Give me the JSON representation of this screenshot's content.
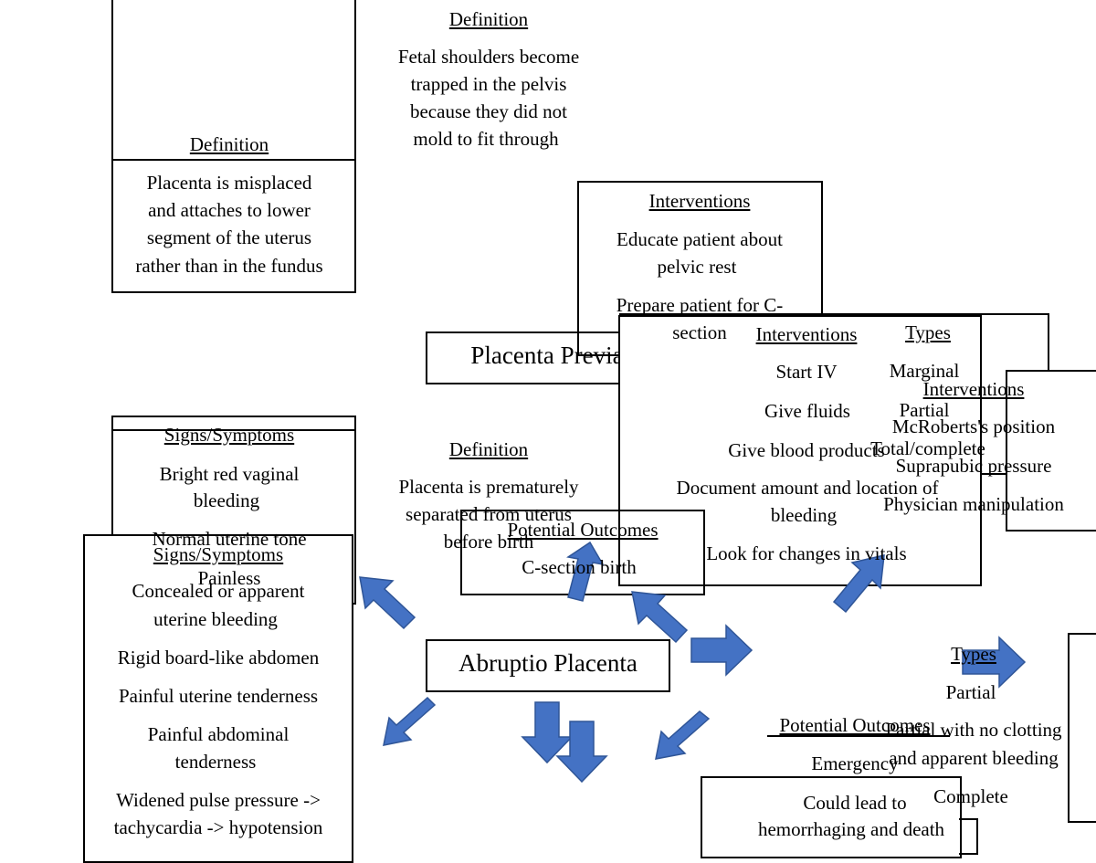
{
  "labels": {
    "definition": "Definition",
    "interventions": "Interventions",
    "types": "Types",
    "signs_symptoms": "Signs/Symptoms",
    "potential_outcomes": "Potential Outcomes"
  },
  "shoulder_dystocia": {
    "definition_lines": [
      "Fetal shoulders become",
      "trapped in the pelvis",
      "because they did not",
      "mold to fit through"
    ],
    "interventions": [
      "McRoberts's position",
      "Suprapubic pressure",
      "Physician manipulation"
    ],
    "outcome": "Emergency"
  },
  "placenta_previa": {
    "title": "Placenta Previa",
    "definition_lines": [
      "Placenta is misplaced",
      "and attaches to lower",
      "segment of the uterus",
      "rather than in the fundus"
    ],
    "interventions": [
      "Educate patient about",
      "pelvic rest",
      "Prepare patient for C-",
      "section"
    ],
    "types": [
      "Marginal",
      "Partial",
      "Total/complete"
    ],
    "signs": [
      "Bright red vaginal",
      "bleeding",
      "Normal uterine tone",
      "Painless"
    ],
    "outcome": "C-section birth"
  },
  "abruptio_placenta": {
    "title": "Abruptio Placenta",
    "definition_lines": [
      "Placenta is prematurely",
      "separated from uterus",
      "before birth"
    ],
    "interventions": [
      "Start IV",
      "Give fluids",
      "Give blood products",
      "Document amount and location of",
      "bleeding",
      "Look for changes in vitals"
    ],
    "types": [
      "Partial",
      "Partial with no clotting",
      "and apparent bleeding",
      "Complete"
    ],
    "signs": [
      "Concealed or apparent",
      "uterine bleeding",
      "Rigid board-like abdomen",
      "Painful uterine tenderness",
      "Painful abdominal",
      "tenderness",
      "Widened pulse pressure ->",
      "tachycardia -> hypotension"
    ],
    "outcome": [
      "Could lead to",
      "hemorrhaging and death"
    ]
  },
  "colors": {
    "arrow_fill": "#4472c4",
    "arrow_stroke": "#2f5597",
    "line": "#000000"
  }
}
